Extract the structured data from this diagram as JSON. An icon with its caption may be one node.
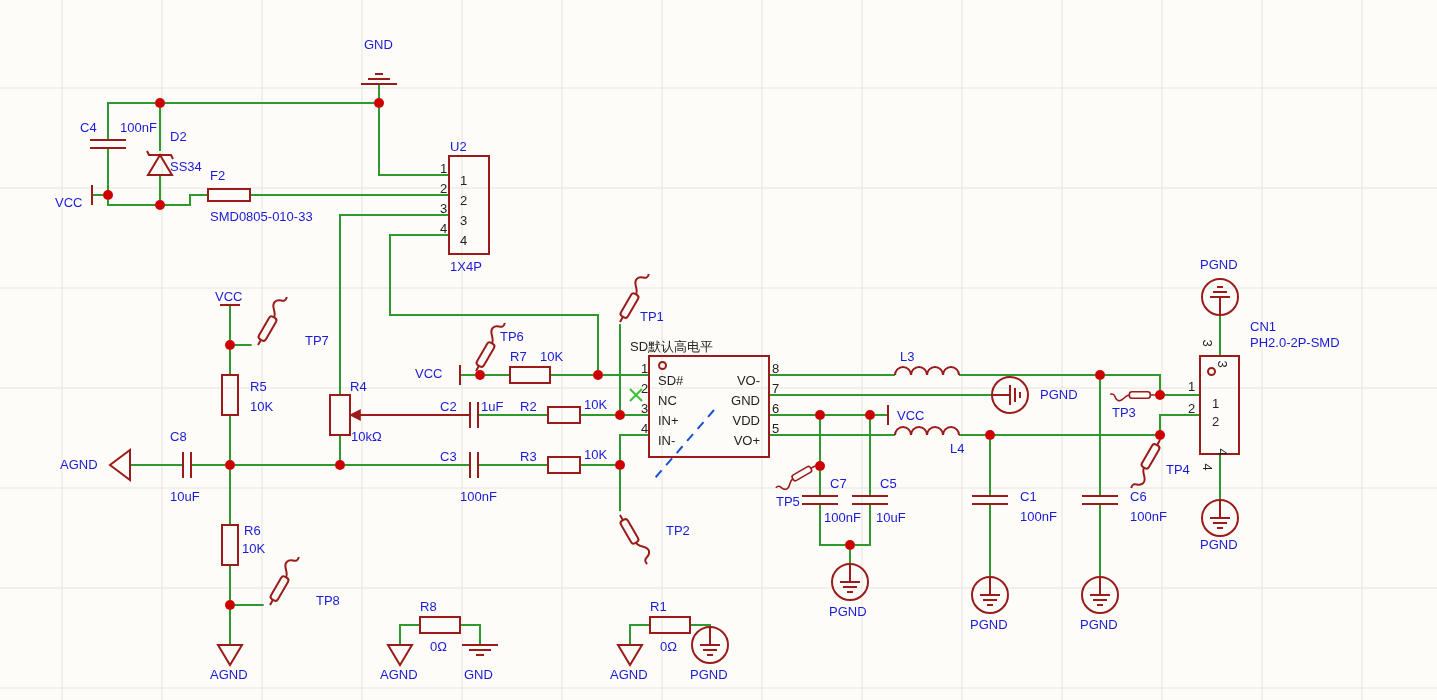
{
  "diagram": {
    "nodes": [
      {
        "text": [
          "1",
          "2",
          "3",
          "4"
        ],
        "beside": [
          "U2",
          "1",
          "2",
          "3",
          "4",
          "1X4P"
        ]
      },
      {
        "text": [
          "SD#",
          "NC",
          "IN+",
          "IN-",
          "VO-",
          "GND",
          "VDD",
          "VO+"
        ],
        "beside": [
          "SD默认高电平",
          "1",
          "2",
          "3",
          "4",
          "8",
          "7",
          "6",
          "5"
        ]
      },
      {
        "text": [
          "3",
          "1",
          "2",
          "4"
        ],
        "beside": [
          "CN1",
          "PH2.0-2P-SMD",
          "3",
          "1",
          "2",
          "4"
        ]
      },
      {
        "text": [],
        "shape": "ground",
        "beside": [
          "GND"
        ]
      },
      {
        "text": [],
        "shape": "dot"
      },
      {
        "text": [],
        "shape": "dot"
      },
      {
        "text": [],
        "shape": "capacitor",
        "beside": [
          "C4",
          "100nF"
        ]
      },
      {
        "text": [],
        "shape": "diode",
        "beside": [
          "D2",
          "SS34"
        ]
      },
      {
        "text": [],
        "shape": "bar",
        "beside": [
          "VCC"
        ]
      },
      {
        "text": [],
        "shape": "dot"
      },
      {
        "text": [],
        "shape": "dot"
      },
      {
        "text": [],
        "shape": "box",
        "beside": [
          "F2",
          "SMD0805-010-33"
        ]
      },
      {
        "text": [],
        "shape": "box",
        "beside": [
          "R4",
          "10kΩ"
        ]
      },
      {
        "text": [],
        "shape": "bar",
        "beside": [
          "VCC"
        ]
      },
      {
        "text": [],
        "shape": "dot"
      },
      {
        "text": [],
        "shape": "probe",
        "beside": [
          "TP7"
        ]
      },
      {
        "text": [],
        "shape": "box",
        "beside": [
          "R5",
          "10K"
        ]
      },
      {
        "text": [],
        "shape": "dot"
      },
      {
        "text": [],
        "shape": "box",
        "beside": [
          "R6",
          "10K"
        ]
      },
      {
        "text": [],
        "shape": "dot"
      },
      {
        "text": [],
        "shape": "probe",
        "beside": [
          "TP8"
        ]
      },
      {
        "text": [],
        "shape": "triangle",
        "beside": [
          "AGND"
        ]
      },
      {
        "text": [],
        "shape": "triangle",
        "beside": [
          "AGND"
        ]
      },
      {
        "text": [],
        "shape": "capacitor",
        "beside": [
          "C8",
          "10uF"
        ]
      },
      {
        "text": [],
        "shape": "dot"
      },
      {
        "text": [],
        "shape": "capacitor",
        "beside": [
          "C3",
          "100nF"
        ]
      },
      {
        "text": [],
        "shape": "box",
        "beside": [
          "R3",
          "10K"
        ]
      },
      {
        "text": [],
        "shape": "dot"
      },
      {
        "text": [],
        "shape": "capacitor",
        "beside": [
          "C2",
          "1uF"
        ]
      },
      {
        "text": [],
        "shape": "box",
        "beside": [
          "R2",
          "10K"
        ]
      },
      {
        "text": [],
        "shape": "dot"
      },
      {
        "text": [],
        "shape": "probe",
        "beside": [
          "TP1"
        ]
      },
      {
        "text": [],
        "shape": "probe",
        "beside": [
          "TP2"
        ]
      },
      {
        "text": [],
        "shape": "bar",
        "beside": [
          "VCC"
        ]
      },
      {
        "text": [],
        "shape": "probe",
        "beside": [
          "TP6"
        ]
      },
      {
        "text": [],
        "shape": "dot"
      },
      {
        "text": [],
        "shape": "box",
        "beside": [
          "R7",
          "10K"
        ]
      },
      {
        "text": [],
        "shape": "dot"
      },
      {
        "text": [],
        "shape": "circle",
        "beside": [
          "PGND"
        ]
      },
      {
        "text": [],
        "shape": "dot"
      },
      {
        "text": [],
        "shape": "probe",
        "beside": [
          "TP5"
        ]
      },
      {
        "text": [],
        "shape": "dot"
      },
      {
        "text": [],
        "shape": "dot"
      },
      {
        "text": [],
        "shape": "bar",
        "beside": [
          "VCC"
        ]
      },
      {
        "text": [],
        "shape": "capacitor",
        "beside": [
          "C7",
          "100nF"
        ]
      },
      {
        "text": [],
        "shape": "capacitor",
        "beside": [
          "C5",
          "10uF"
        ]
      },
      {
        "text": [],
        "shape": "dot"
      },
      {
        "text": [],
        "shape": "circle",
        "beside": [
          "PGND"
        ]
      },
      {
        "text": [],
        "shape": "coil",
        "beside": [
          "L3"
        ]
      },
      {
        "text": [],
        "shape": "coil",
        "beside": [
          "L4"
        ]
      },
      {
        "text": [],
        "shape": "dot"
      },
      {
        "text": [],
        "shape": "dot"
      },
      {
        "text": [],
        "shape": "capacitor",
        "beside": [
          "C1",
          "100nF"
        ]
      },
      {
        "text": [],
        "shape": "capacitor",
        "beside": [
          "C6",
          "100nF"
        ]
      },
      {
        "text": [],
        "shape": "circle",
        "beside": [
          "PGND"
        ]
      },
      {
        "text": [],
        "shape": "circle",
        "beside": [
          "PGND"
        ]
      },
      {
        "text": [],
        "shape": "dot"
      },
      {
        "text": [],
        "shape": "dot"
      },
      {
        "text": [],
        "shape": "probe",
        "beside": [
          "TP3"
        ]
      },
      {
        "text": [],
        "shape": "probe",
        "beside": [
          "TP4"
        ]
      },
      {
        "text": [],
        "shape": "circle",
        "beside": [
          "PGND"
        ]
      },
      {
        "text": [],
        "shape": "circle",
        "beside": [
          "PGND"
        ]
      },
      {
        "text": [],
        "shape": "triangle",
        "beside": [
          "AGND"
        ]
      },
      {
        "text": [],
        "shape": "box",
        "beside": [
          "R8",
          "0Ω"
        ]
      },
      {
        "text": [],
        "shape": "ground",
        "beside": [
          "GND"
        ]
      },
      {
        "text": [],
        "shape": "triangle",
        "beside": [
          "AGND"
        ]
      },
      {
        "text": [],
        "shape": "box",
        "beside": [
          "R1",
          "0Ω"
        ]
      },
      {
        "text": [],
        "shape": "circle",
        "beside": [
          "PGND"
        ]
      }
    ],
    "edges": [
      {
        "from": 3,
        "to": 4,
        "arrow": "none"
      },
      {
        "from": 5,
        "to": 4,
        "arrow": "none"
      },
      {
        "from": 6,
        "to": 5,
        "arrow": "none"
      },
      {
        "from": 5,
        "to": 7,
        "arrow": "none"
      },
      {
        "from": 4,
        "to": 0,
        "arrow": "none"
      },
      {
        "from": 8,
        "to": 9,
        "arrow": "none"
      },
      {
        "from": 6,
        "to": 9,
        "arrow": "none"
      },
      {
        "from": 9,
        "to": 10,
        "arrow": "none"
      },
      {
        "from": 7,
        "to": 10,
        "arrow": "none"
      },
      {
        "from": 10,
        "to": 11,
        "arrow": "none"
      },
      {
        "from": 11,
        "to": 0,
        "arrow": "none"
      },
      {
        "from": 0,
        "to": 12,
        "arrow": "none"
      },
      {
        "from": 0,
        "to": 37,
        "arrow": "none"
      },
      {
        "from": 37,
        "to": 1,
        "arrow": "none"
      },
      {
        "from": 33,
        "to": 35,
        "arrow": "none"
      },
      {
        "from": 35,
        "to": 36,
        "arrow": "none"
      },
      {
        "from": 36,
        "to": 37,
        "arrow": "none"
      },
      {
        "from": 13,
        "to": 14,
        "arrow": "none"
      },
      {
        "from": 14,
        "to": 15,
        "arrow": "none"
      },
      {
        "from": 14,
        "to": 16,
        "arrow": "none"
      },
      {
        "from": 16,
        "to": 17,
        "arrow": "none"
      },
      {
        "from": 17,
        "to": 18,
        "arrow": "none"
      },
      {
        "from": 18,
        "to": 19,
        "arrow": "none"
      },
      {
        "from": 19,
        "to": 20,
        "arrow": "none"
      },
      {
        "from": 19,
        "to": 21,
        "arrow": "none"
      },
      {
        "from": 22,
        "to": 23,
        "arrow": "none"
      },
      {
        "from": 23,
        "to": 17,
        "arrow": "none"
      },
      {
        "from": 17,
        "to": 24,
        "arrow": "none"
      },
      {
        "from": 12,
        "to": 24,
        "arrow": "none"
      },
      {
        "from": 24,
        "to": 25,
        "arrow": "none"
      },
      {
        "from": 25,
        "to": 26,
        "arrow": "none"
      },
      {
        "from": 26,
        "to": 27,
        "arrow": "none"
      },
      {
        "from": 28,
        "to": 12,
        "arrow": "to",
        "color": "#9b1b1b"
      },
      {
        "from": 28,
        "to": 29,
        "arrow": "none"
      },
      {
        "from": 29,
        "to": 30,
        "arrow": "none"
      },
      {
        "from": 30,
        "to": 1,
        "arrow": "none"
      },
      {
        "from": 31,
        "to": 30,
        "arrow": "none"
      },
      {
        "from": 1,
        "to": 27,
        "arrow": "none"
      },
      {
        "from": 27,
        "to": 32,
        "arrow": "none"
      },
      {
        "from": 1,
        "to": 48,
        "arrow": "none"
      },
      {
        "from": 48,
        "to": 50,
        "arrow": "none"
      },
      {
        "from": 50,
        "to": 56,
        "arrow": "none"
      },
      {
        "from": 56,
        "to": 2,
        "arrow": "none"
      },
      {
        "from": 50,
        "to": 53,
        "arrow": "none"
      },
      {
        "from": 53,
        "to": 55,
        "arrow": "none"
      },
      {
        "from": 1,
        "to": 38,
        "arrow": "none"
      },
      {
        "from": 1,
        "to": 41,
        "arrow": "none"
      },
      {
        "from": 41,
        "to": 39,
        "arrow": "none"
      },
      {
        "from": 41,
        "to": 42,
        "arrow": "none"
      },
      {
        "from": 42,
        "to": 43,
        "arrow": "none"
      },
      {
        "from": 39,
        "to": 44,
        "arrow": "none"
      },
      {
        "from": 42,
        "to": 45,
        "arrow": "none"
      },
      {
        "from": 44,
        "to": 46,
        "arrow": "none"
      },
      {
        "from": 45,
        "to": 46,
        "arrow": "none"
      },
      {
        "from": 46,
        "to": 47,
        "arrow": "none"
      },
      {
        "from": 1,
        "to": 49,
        "arrow": "none"
      },
      {
        "from": 49,
        "to": 51,
        "arrow": "none"
      },
      {
        "from": 51,
        "to": 57,
        "arrow": "none"
      },
      {
        "from": 57,
        "to": 2,
        "arrow": "none"
      },
      {
        "from": 51,
        "to": 52,
        "arrow": "none"
      },
      {
        "from": 52,
        "to": 54,
        "arrow": "none"
      },
      {
        "from": 60,
        "to": 2,
        "arrow": "none"
      },
      {
        "from": 2,
        "to": 61,
        "arrow": "none"
      },
      {
        "from": 62,
        "to": 63,
        "arrow": "none"
      },
      {
        "from": 63,
        "to": 64,
        "arrow": "none"
      },
      {
        "from": 65,
        "to": 66,
        "arrow": "none"
      },
      {
        "from": 66,
        "to": 67,
        "arrow": "none"
      }
    ]
  }
}
